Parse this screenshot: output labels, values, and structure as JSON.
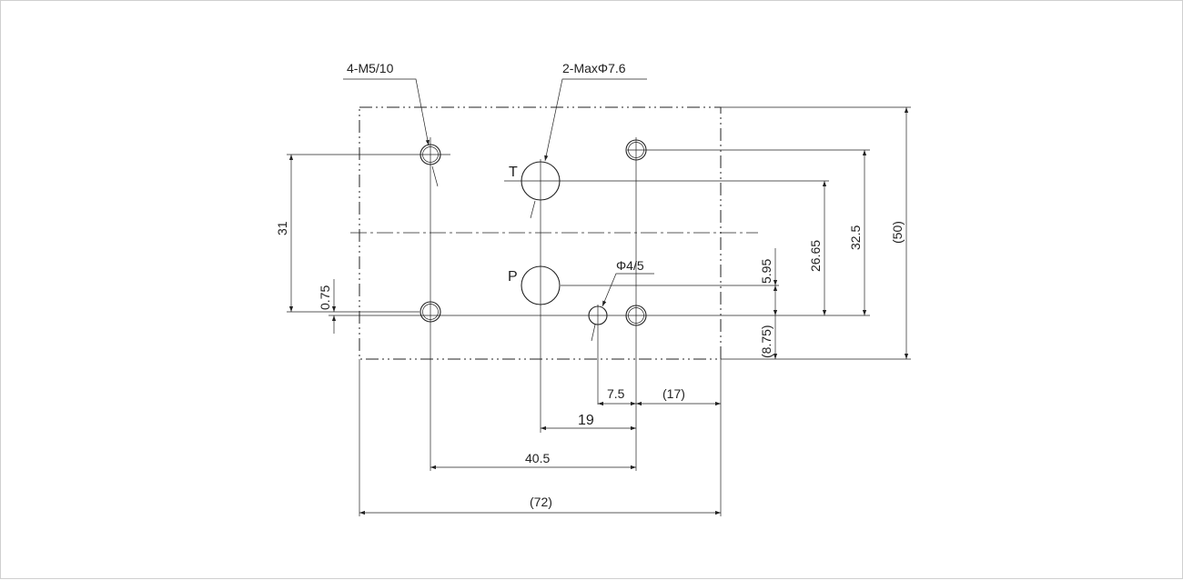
{
  "labels": {
    "thread_holes": "4-M5/10",
    "main_ports": "2-MaxΦ7.6",
    "pin_hole": "Φ4/5",
    "port_t": "T",
    "port_p": "P"
  },
  "dimensions": {
    "d31": "31",
    "d075": "0.75",
    "d2665": "26.65",
    "d325": "32.5",
    "d50": "(50)",
    "d595": "5.95",
    "d875": "(8.75)",
    "d75": "7.5",
    "d17": "(17)",
    "d19": "19",
    "d405": "40.5",
    "d72": "(72)"
  }
}
